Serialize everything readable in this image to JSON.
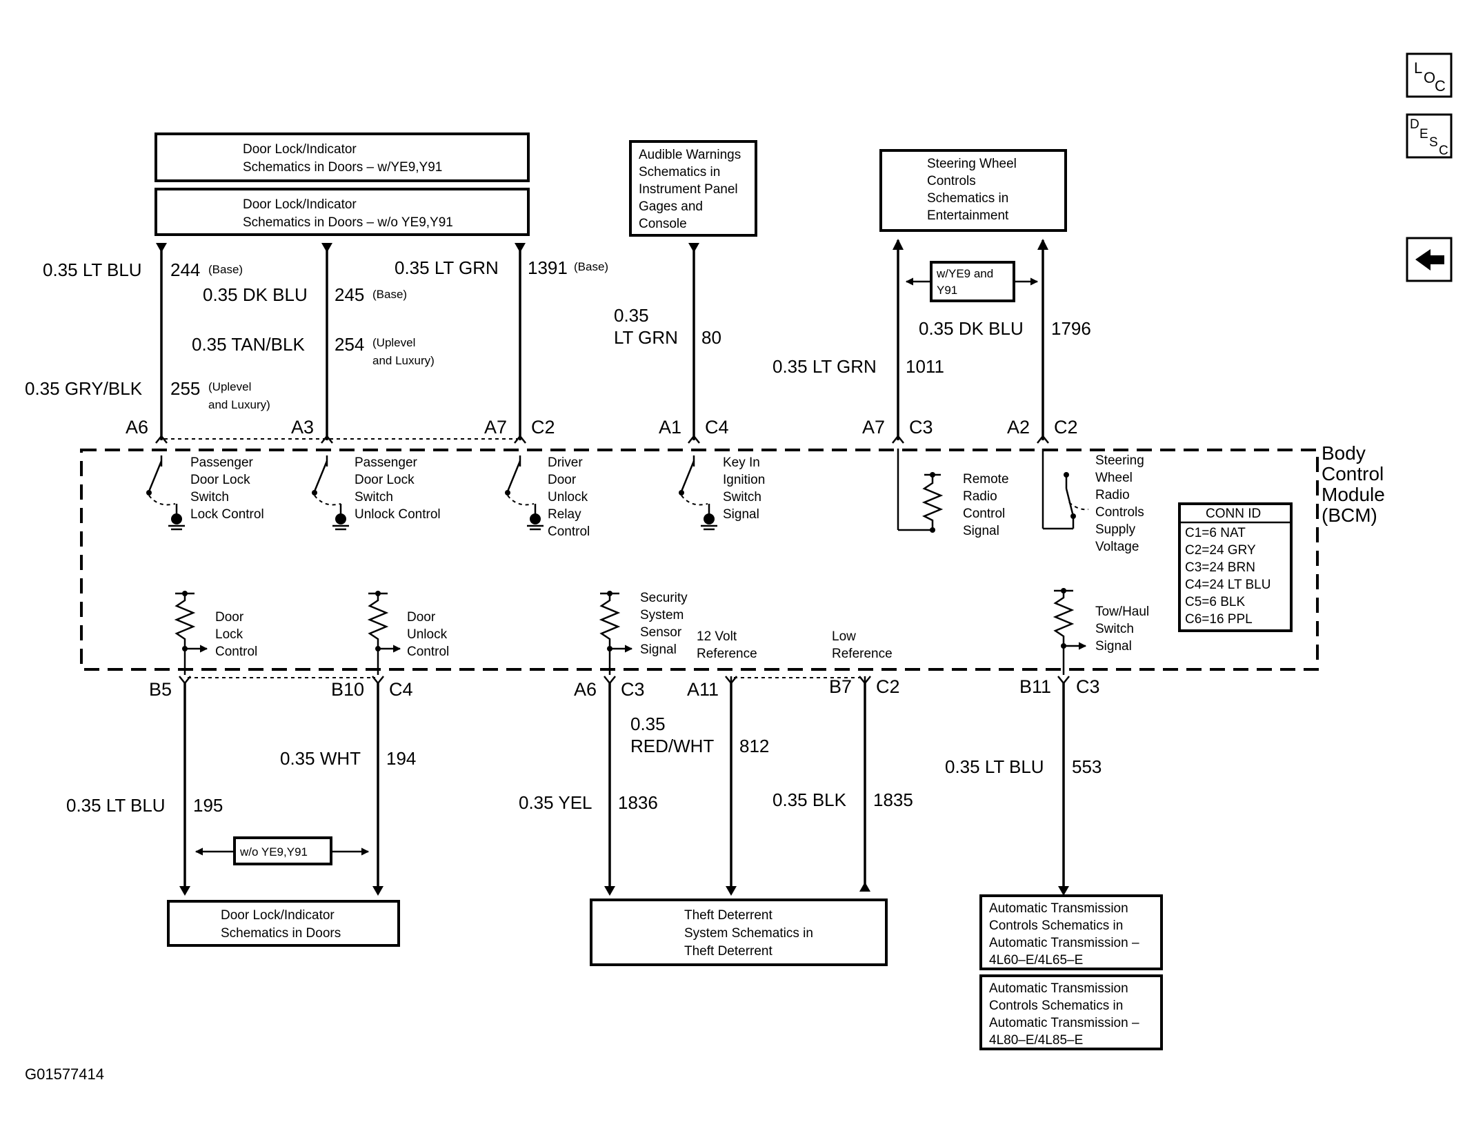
{
  "nav": {
    "loc": "LOC",
    "desc": "DESC",
    "back_icon": "left-arrow-icon"
  },
  "boxes": {
    "door_lock_with": [
      "Door Lock/Indicator",
      "Schematics in Doors – w/YE9,Y91"
    ],
    "door_lock_without": [
      "Door Lock/Indicator",
      "Schematics in Doors – w/o YE9,Y91"
    ],
    "audible_warnings": [
      "Audible Warnings",
      "Schematics in",
      "Instrument Panel",
      "Gages and",
      "Console"
    ],
    "steering_wheel": [
      "Steering Wheel",
      "Controls",
      "Schematics in",
      "Entertainment"
    ],
    "door_lock_bottom": [
      "Door Lock/Indicator",
      "Schematics in Doors"
    ],
    "theft_deterrent": [
      "Theft Deterrent",
      "System Schematics in",
      "Theft Deterrent"
    ],
    "auto_trans_1": [
      "Automatic Transmission",
      "Controls Schematics in",
      "Automatic Transmission –",
      "4L60–E/4L65–E"
    ],
    "auto_trans_2": [
      "Automatic Transmission",
      "Controls Schematics in",
      "Automatic Transmission –",
      "4L80–E/4L85–E"
    ],
    "with_ye9": [
      "w/YE9 and",
      "Y91"
    ],
    "without_ye9": "w/o YE9,Y91"
  },
  "wires": {
    "w244": {
      "label": "0.35 LT BLU",
      "circuit": "244",
      "note": "(Base)"
    },
    "w245": {
      "label": "0.35 DK BLU",
      "circuit": "245",
      "note": "(Base)"
    },
    "w254": {
      "label": "0.35 TAN/BLK",
      "circuit": "254",
      "note": [
        "(Uplevel",
        "and Luxury)"
      ]
    },
    "w255": {
      "label": "0.35 GRY/BLK",
      "circuit": "255",
      "note": [
        "(Uplevel",
        "and Luxury)"
      ]
    },
    "w1391": {
      "label": "0.35 LT GRN",
      "circuit": "1391",
      "note": "(Base)"
    },
    "w80": {
      "label": [
        "0.35",
        "LT GRN"
      ],
      "circuit": "80"
    },
    "w1011": {
      "label": "0.35 LT GRN",
      "circuit": "1011"
    },
    "w1796": {
      "label": "0.35 DK BLU",
      "circuit": "1796"
    },
    "w195": {
      "label": "0.35 LT BLU",
      "circuit": "195"
    },
    "w194": {
      "label": "0.35 WHT",
      "circuit": "194"
    },
    "w1836": {
      "label": "0.35 YEL",
      "circuit": "1836"
    },
    "w812": {
      "label": [
        "0.35",
        "RED/WHT"
      ],
      "circuit": "812"
    },
    "w1835": {
      "label": "0.35 BLK",
      "circuit": "1835"
    },
    "w553": {
      "label": "0.35 LT BLU",
      "circuit": "553"
    }
  },
  "pins": {
    "top": [
      "A6",
      "A3",
      "A7",
      "C2",
      "A1",
      "C4",
      "A7",
      "C3",
      "A2",
      "C2"
    ],
    "bottom": [
      "B5",
      "B10",
      "C4",
      "A6",
      "C3",
      "A11",
      "B7",
      "C2",
      "B11",
      "C3"
    ]
  },
  "bcm": {
    "name": [
      "Body",
      "Control",
      "Module",
      "(BCM)"
    ],
    "components": {
      "pass_lock": [
        "Passenger",
        "Door Lock",
        "Switch",
        "Lock Control"
      ],
      "pass_unlock": [
        "Passenger",
        "Door Lock",
        "Switch",
        "Unlock Control"
      ],
      "driver_unlock": [
        "Driver",
        "Door",
        "Unlock",
        "Relay",
        "Control"
      ],
      "key_in": [
        "Key In",
        "Ignition",
        "Switch",
        "Signal"
      ],
      "remote_radio": [
        "Remote",
        "Radio",
        "Control",
        "Signal"
      ],
      "steering_radio": [
        "Steering",
        "Wheel",
        "Radio",
        "Controls",
        "Supply",
        "Voltage"
      ],
      "door_lock_ctrl": [
        "Door",
        "Lock",
        "Control"
      ],
      "door_unlock_ctrl": [
        "Door",
        "Unlock",
        "Control"
      ],
      "security": [
        "Security",
        "System",
        "Sensor",
        "Signal"
      ],
      "twelve_volt": [
        "12 Volt",
        "Reference"
      ],
      "low_ref": [
        "Low",
        "Reference"
      ],
      "tow_haul": [
        "Tow/Haul",
        "Switch",
        "Signal"
      ]
    },
    "conn_id": {
      "title": "CONN ID",
      "rows": [
        "C1=6 NAT",
        "C2=24 GRY",
        "C3=24 BRN",
        "C4=24 LT BLU",
        "C5=6 BLK",
        "C6=16 PPL"
      ]
    }
  },
  "figure_id": "G01577414"
}
